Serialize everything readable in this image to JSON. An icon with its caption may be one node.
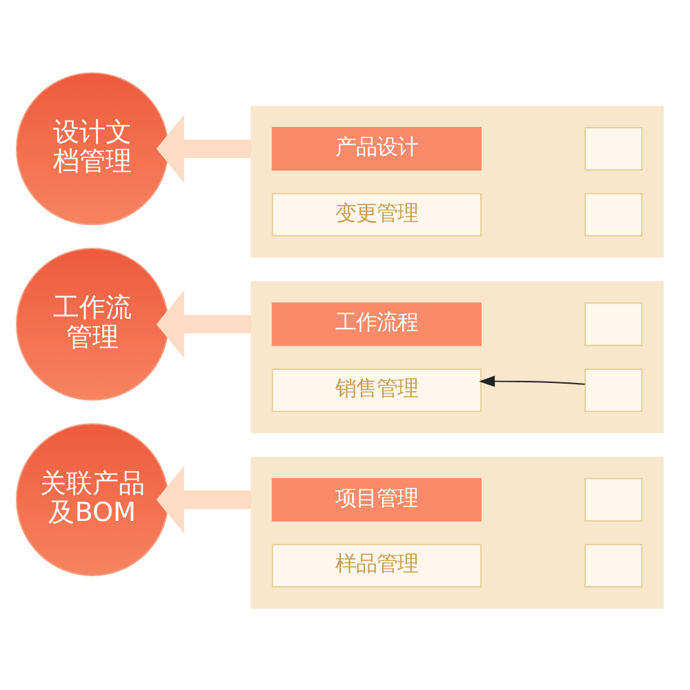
{
  "diagram": {
    "nodes": [
      {
        "text": [
          "设计文档管理"
        ]
      },
      {
        "text": [],
        "shape": "box"
      },
      {
        "text": [
          "产品设计"
        ],
        "in": 1
      },
      {
        "text": [
          "变更管理"
        ],
        "in": 1
      },
      {
        "text": [],
        "shape": "box",
        "in": 1
      },
      {
        "text": [],
        "shape": "box",
        "in": 1
      },
      {
        "text": [
          "工作流管理"
        ]
      },
      {
        "text": [],
        "shape": "box"
      },
      {
        "text": [
          "工作流程"
        ],
        "in": 7
      },
      {
        "text": [
          "销售管理"
        ],
        "in": 7
      },
      {
        "text": [],
        "shape": "box",
        "in": 7
      },
      {
        "text": [],
        "shape": "box",
        "in": 7
      },
      {
        "text": [
          "关联产品及BOM"
        ]
      },
      {
        "text": [],
        "shape": "box"
      },
      {
        "text": [
          "项目管理"
        ],
        "in": 13
      },
      {
        "text": [
          "样品管理"
        ],
        "in": 13
      },
      {
        "text": [],
        "shape": "box",
        "in": 13
      },
      {
        "text": [],
        "shape": "box",
        "in": 13
      }
    ],
    "edges": [
      {
        "from": 1,
        "to": 0,
        "arrow": "to"
      },
      {
        "from": 7,
        "to": 6,
        "arrow": "to"
      },
      {
        "from": 11,
        "to": 9,
        "arrow": "to",
        "color": "#222222"
      },
      {
        "from": 13,
        "to": 12,
        "arrow": "to"
      }
    ]
  }
}
